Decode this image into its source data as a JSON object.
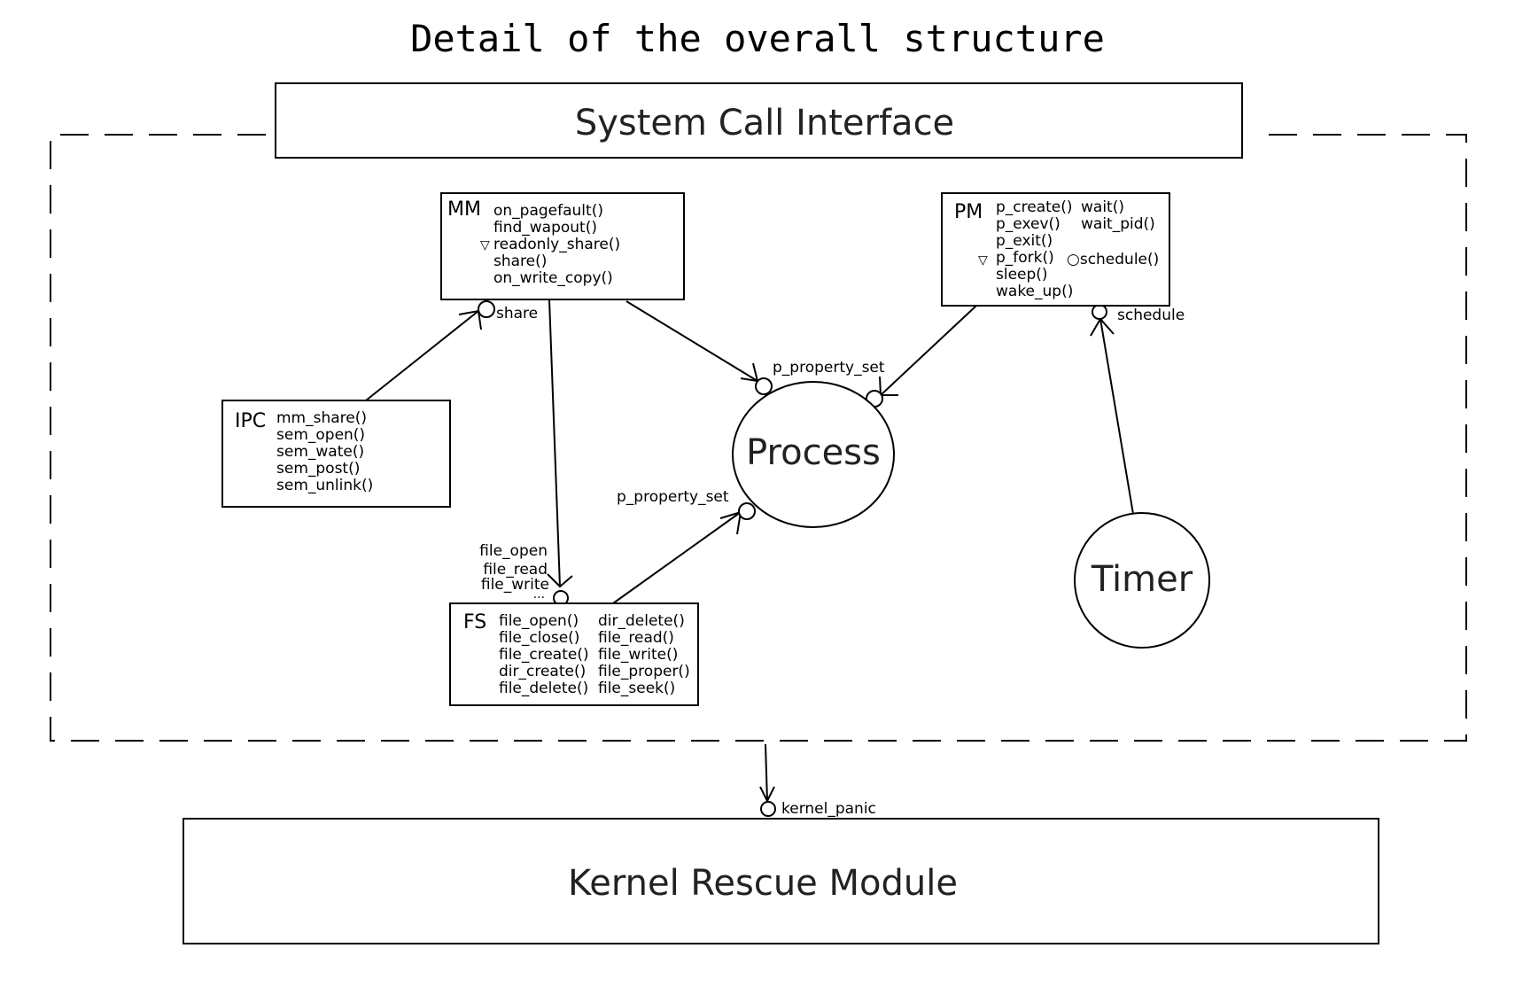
{
  "title": "Detail of the overall structure",
  "syscall": {
    "label": "System Call Interface"
  },
  "rescue": {
    "label": "Kernel Rescue Module"
  },
  "mm": {
    "name": "MM",
    "marker": "▽",
    "methods": [
      "on_pagefault()",
      "find_wapout()",
      "readonly_share()",
      "share()",
      "on_write_copy()"
    ]
  },
  "pm": {
    "name": "PM",
    "marker": "▽",
    "col1": [
      "p_create()",
      "p_exev()",
      "p_exit()",
      "p_fork()",
      "sleep()",
      "wake_up()"
    ],
    "col2": [
      "wait()",
      "wait_pid()",
      "○schedule()"
    ]
  },
  "ipc": {
    "name": "IPC",
    "methods": [
      "mm_share()",
      "sem_open()",
      "sem_wate()",
      "sem_post()",
      "sem_unlink()"
    ]
  },
  "fs": {
    "name": "FS",
    "col1": [
      "file_open()",
      "file_close()",
      "file_create()",
      "dir_create()",
      "file_delete()"
    ],
    "col2": [
      "dir_delete()",
      "file_read()",
      "file_write()",
      "file_proper()",
      "file_seek()"
    ]
  },
  "process": {
    "label": "Process"
  },
  "timer": {
    "label": "Timer"
  },
  "ports": {
    "mm_share": "share",
    "p_property_set_top": "p_property_set",
    "p_property_set_fs": "p_property_set",
    "pm_schedule": "schedule",
    "kernel_panic": "kernel_panic",
    "fs_file_open": "file_open",
    "fs_file_read": "file_read",
    "fs_file_write": "file_write",
    "fs_more": "..."
  }
}
